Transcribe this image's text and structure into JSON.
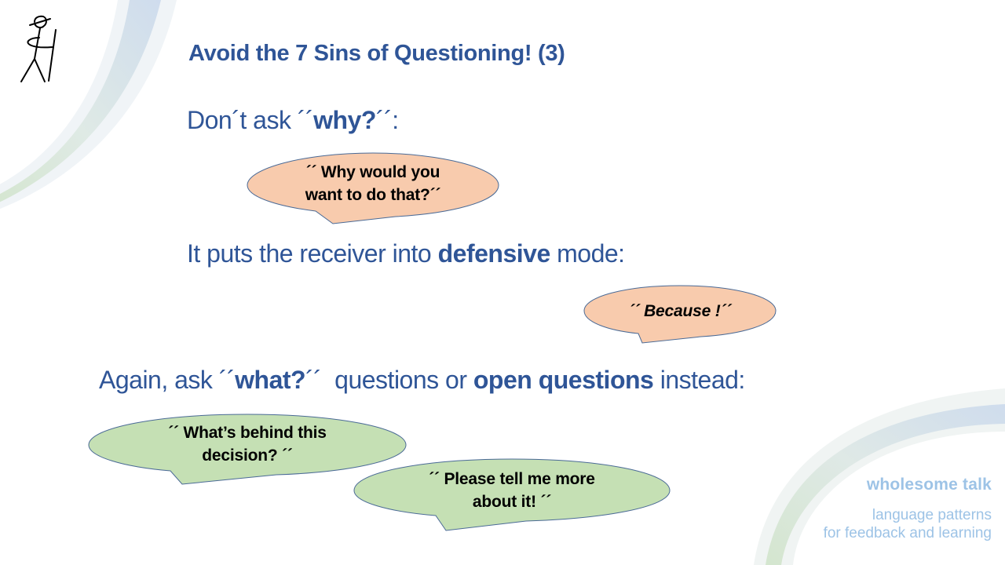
{
  "slide": {
    "title": "Avoid the 7 Sins of Questioning! (3)",
    "line1": {
      "prefix": "Don´t ask ´´",
      "bold": "why?",
      "suffix": "´´:"
    },
    "line2": {
      "prefix": "It puts the receiver into ",
      "bold": "defensive",
      "suffix": " mode:"
    },
    "line3": {
      "prefix": "Again, ask ´´",
      "bold1": "what?",
      "middle": "´´  questions or ",
      "bold2": "open questions",
      "suffix": " instead:"
    },
    "bubbles": [
      {
        "line1": "´´ Why would you",
        "line2": "want to do that?´´",
        "color": "#F8CBAD"
      },
      {
        "line1": "´´ Because !´´",
        "color": "#F8CBAD"
      },
      {
        "line1": "´´ What’s behind this",
        "line2": "decision? ´´",
        "color": "#C5E0B4"
      },
      {
        "line1": "´´ Please tell me more",
        "line2": "about it! ´´",
        "color": "#C5E0B4"
      }
    ],
    "brand": {
      "name": "wholesome talk",
      "tagline1": "language patterns",
      "tagline2": "for feedback and learning"
    },
    "colors": {
      "text_primary": "#2F5597",
      "brand_text": "#9DC3E6",
      "bubble_warm": "#F8CBAD",
      "bubble_green": "#C5E0B4"
    },
    "icons": {
      "logo": "hiker-stick-figure-icon"
    }
  }
}
